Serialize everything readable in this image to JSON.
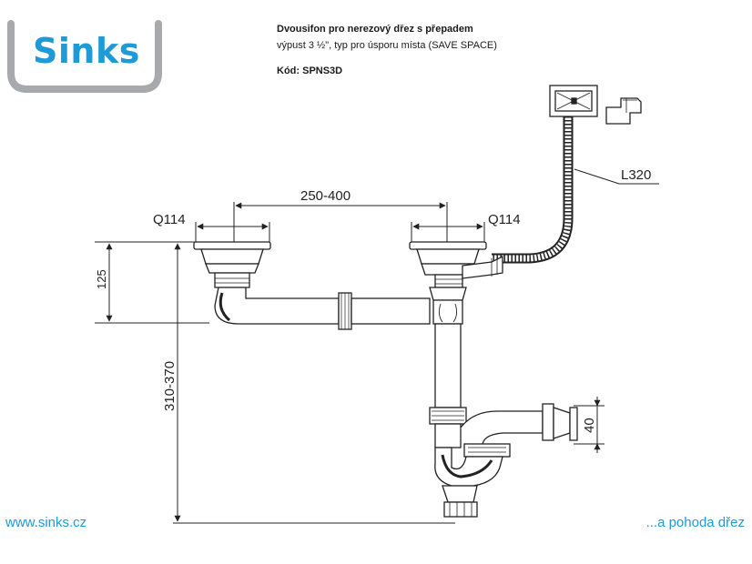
{
  "brand": {
    "logo_text": "Sinks",
    "accent": "#1e9ad6",
    "frame": "#a7a9ac"
  },
  "header": {
    "title": "Dvousifon pro nerezový dřez s přepadem",
    "subtitle": "výpust 3 ½\", typ pro úsporu místa (SAVE SPACE)",
    "code": "Kód: SPNS3D"
  },
  "dimensions": {
    "width_between": "250-400",
    "q_left": "Q114",
    "q_right": "Q114",
    "overflow_length": "L320",
    "height_top": "125",
    "height_total": "310-370",
    "outlet": "40"
  },
  "footer": {
    "website": "www.sinks.cz",
    "slogan": "...a pohoda dřez"
  }
}
